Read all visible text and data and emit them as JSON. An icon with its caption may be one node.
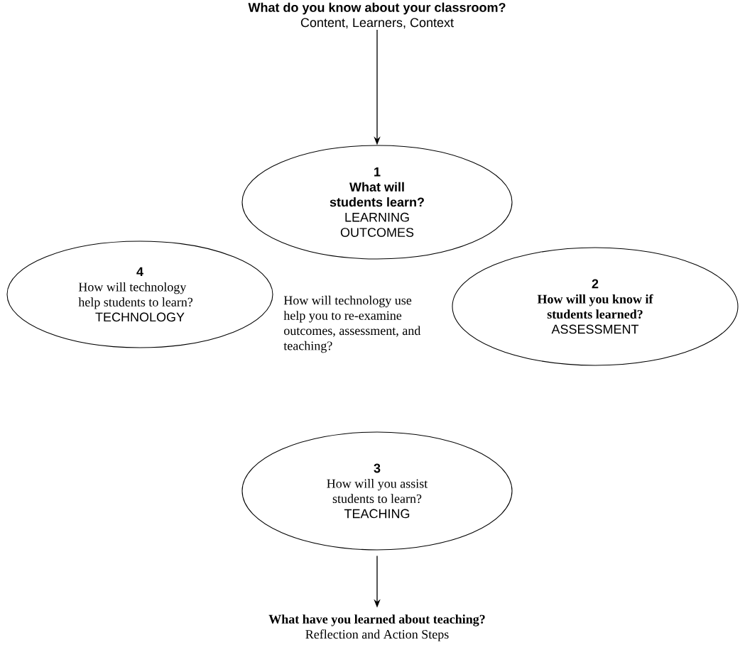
{
  "diagram": {
    "nodes": [
      {
        "text": [
          "What do you know about your classroom?",
          "Content, Learners, Context"
        ]
      },
      {
        "text": [
          "1",
          "What will students learn?",
          "LEARNING OUTCOMES"
        ]
      },
      {
        "text": [
          "2",
          "How will you know if students learned?",
          "ASSESSMENT"
        ]
      },
      {
        "text": [
          "3",
          "How will you assist students to learn?",
          "TEACHING"
        ]
      },
      {
        "text": [
          "4",
          "How will technology help students to learn?",
          "TECHNOLOGY"
        ]
      },
      {
        "text": [
          "What have you learned about teaching?",
          "Reflection and Action Steps"
        ]
      }
    ],
    "edges": [
      {
        "from": 0,
        "to": 1,
        "arrow": "to"
      },
      {
        "from": 3,
        "to": 5,
        "arrow": "to"
      }
    ],
    "labels": [
      "How will technology use help you to re-examine outcomes, assessment, and teaching?"
    ]
  }
}
